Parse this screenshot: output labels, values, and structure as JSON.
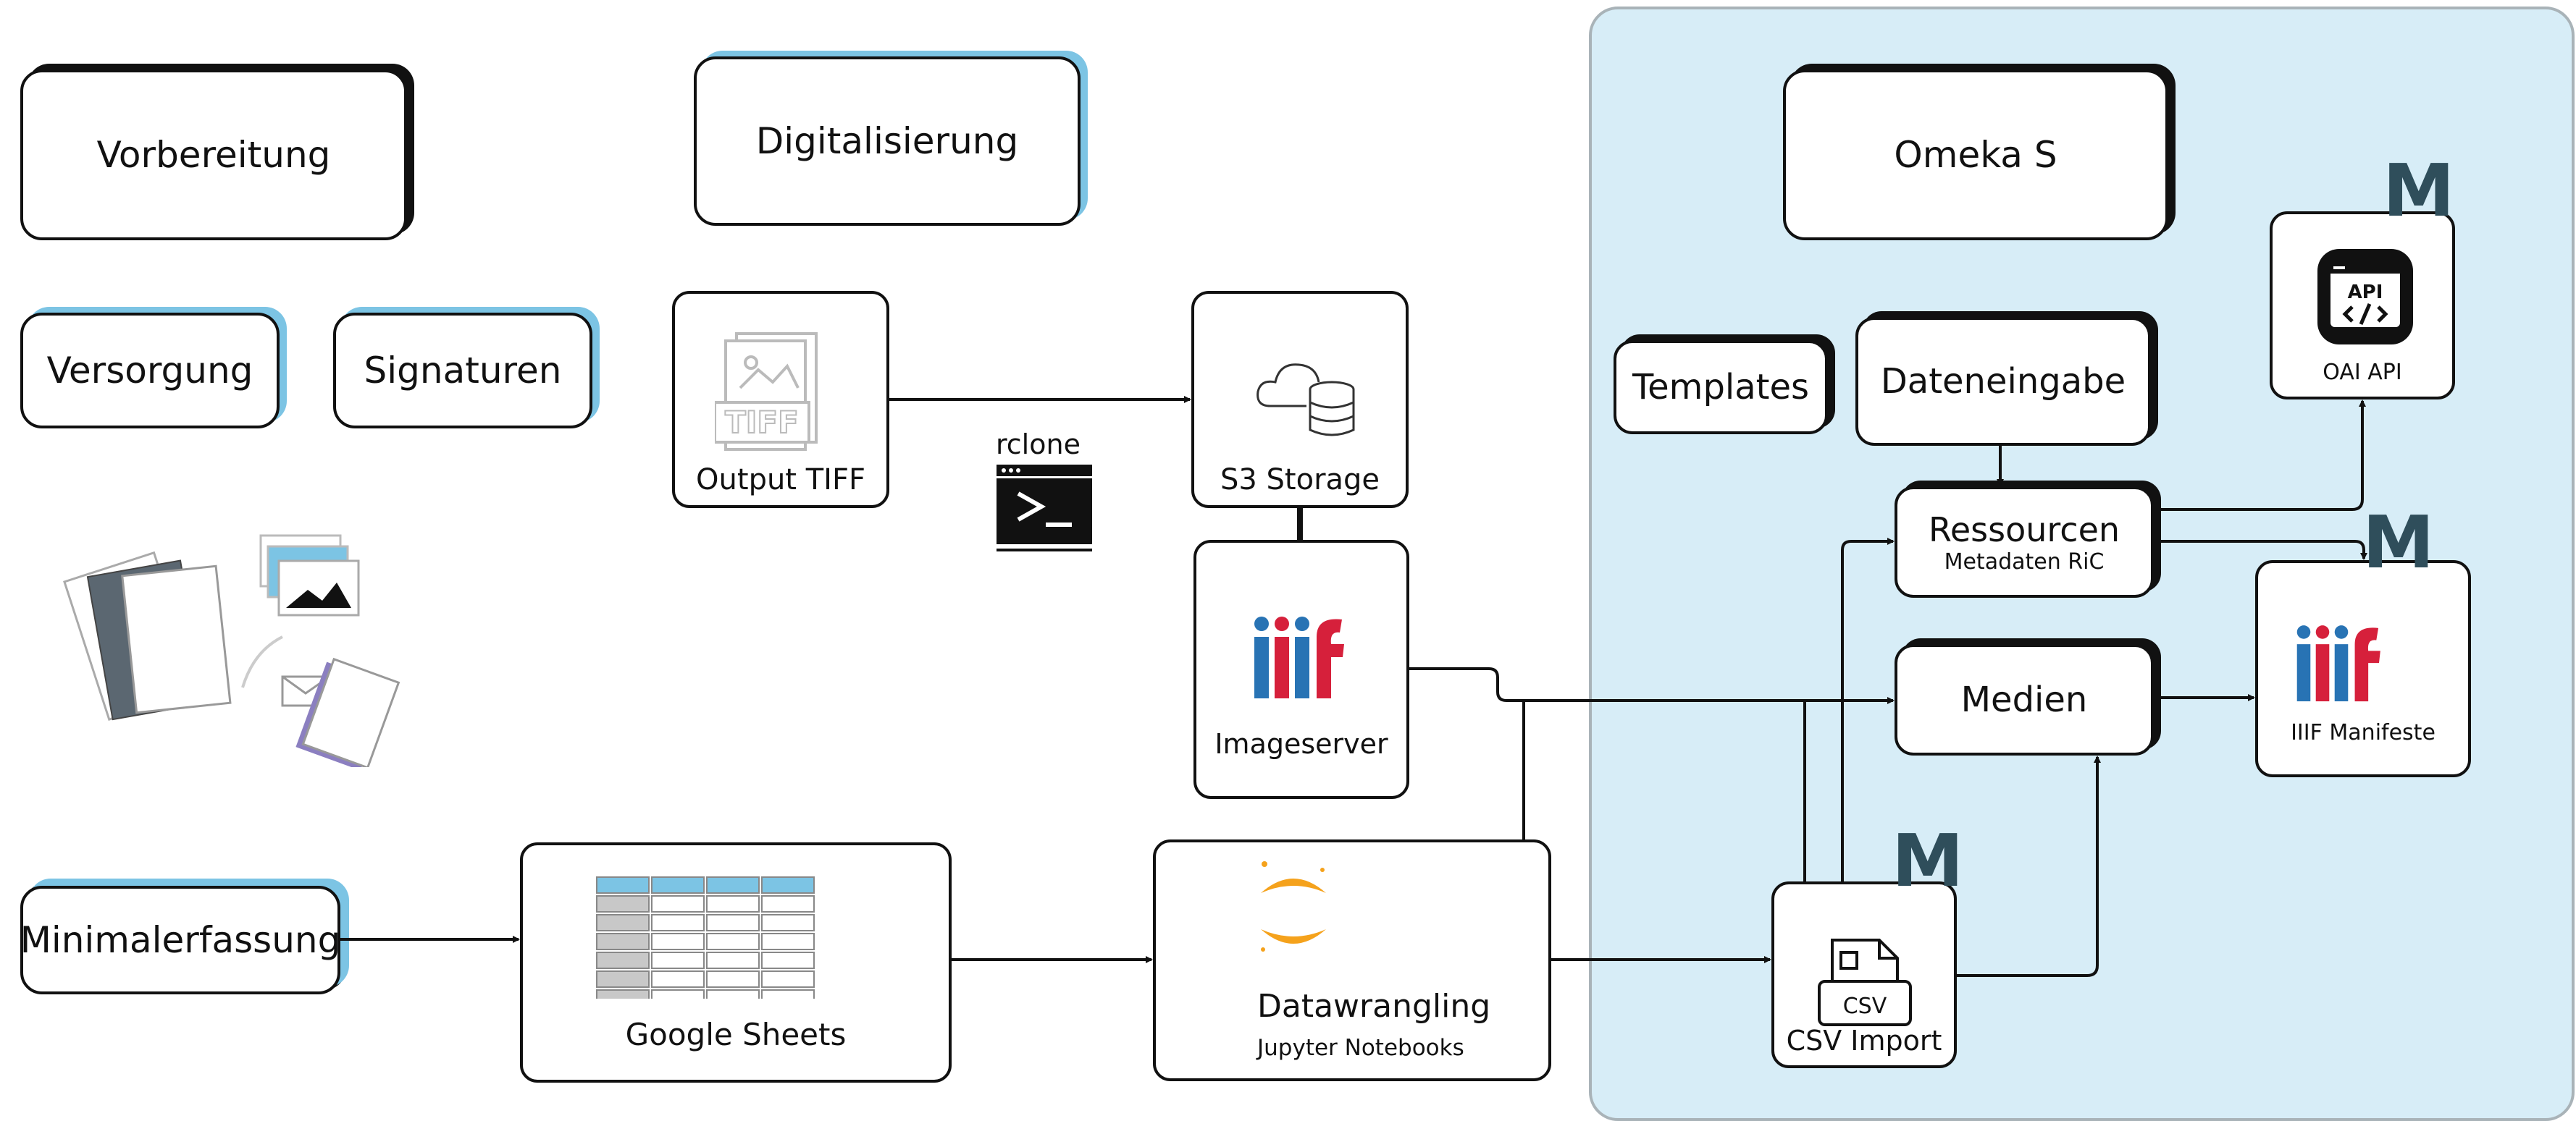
{
  "stages": {
    "vorbereitung": "Vorbereitung",
    "digitalisierung": "Digitalisierung",
    "versorgung": "Versorgung",
    "signaturen": "Signaturen",
    "minimalerfassung": "Minimalerfassung"
  },
  "nodes": {
    "output_tiff": "Output TIFF",
    "tiff_badge": "TIFF",
    "rclone": "rclone",
    "s3_storage": "S3 Storage",
    "imageserver": "Imageserver",
    "google_sheets": "Google Sheets",
    "datawrangling": "Datawrangling",
    "jupyter": "Jupyter Notebooks"
  },
  "omeka": {
    "title": "Omeka S",
    "templates": "Templates",
    "dateneingabe": "Dateneingabe",
    "ressourcen": "Ressourcen",
    "metadaten": "Metadaten RiC",
    "medien": "Medien",
    "csv_import": "CSV Import",
    "csv_badge": "CSV",
    "oai_api": "OAI API",
    "api_badge": "API",
    "iiif_manifeste": "IIIF Manifeste",
    "m_badge": "M"
  },
  "colors": {
    "panel": "#d7edf7",
    "shadow_blue": "#7cc4e4",
    "iiif_blue": "#2873b4",
    "iiif_red": "#d6203b",
    "m_color": "#2f4e5b"
  }
}
